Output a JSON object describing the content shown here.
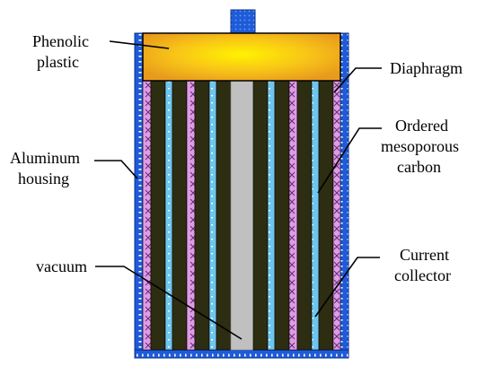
{
  "diagram": {
    "labels": {
      "phenolic_line1": "Phenolic",
      "phenolic_line2": "plastic",
      "diaphragm": "Diaphragm",
      "ordered_line1": "Ordered",
      "ordered_line2": "mesoporous",
      "ordered_line3": "carbon",
      "aluminum_line1": "Aluminum",
      "aluminum_line2": "housing",
      "current_line1": "Current",
      "current_line2": "collector",
      "vacuum": "vacuum"
    },
    "colors": {
      "housing_blue": "#1e5bd8",
      "terminal_blue": "#1e5bd8",
      "cap_orange": "#f0a020",
      "cap_yellow": "#fff200",
      "carbon_dark": "#2d2d12",
      "collector_lightblue": "#6ec6ee",
      "diaphragm_pink": "#e09ae6",
      "vacuum_gray": "#c0c0c0",
      "leader_line": "#000000"
    }
  }
}
